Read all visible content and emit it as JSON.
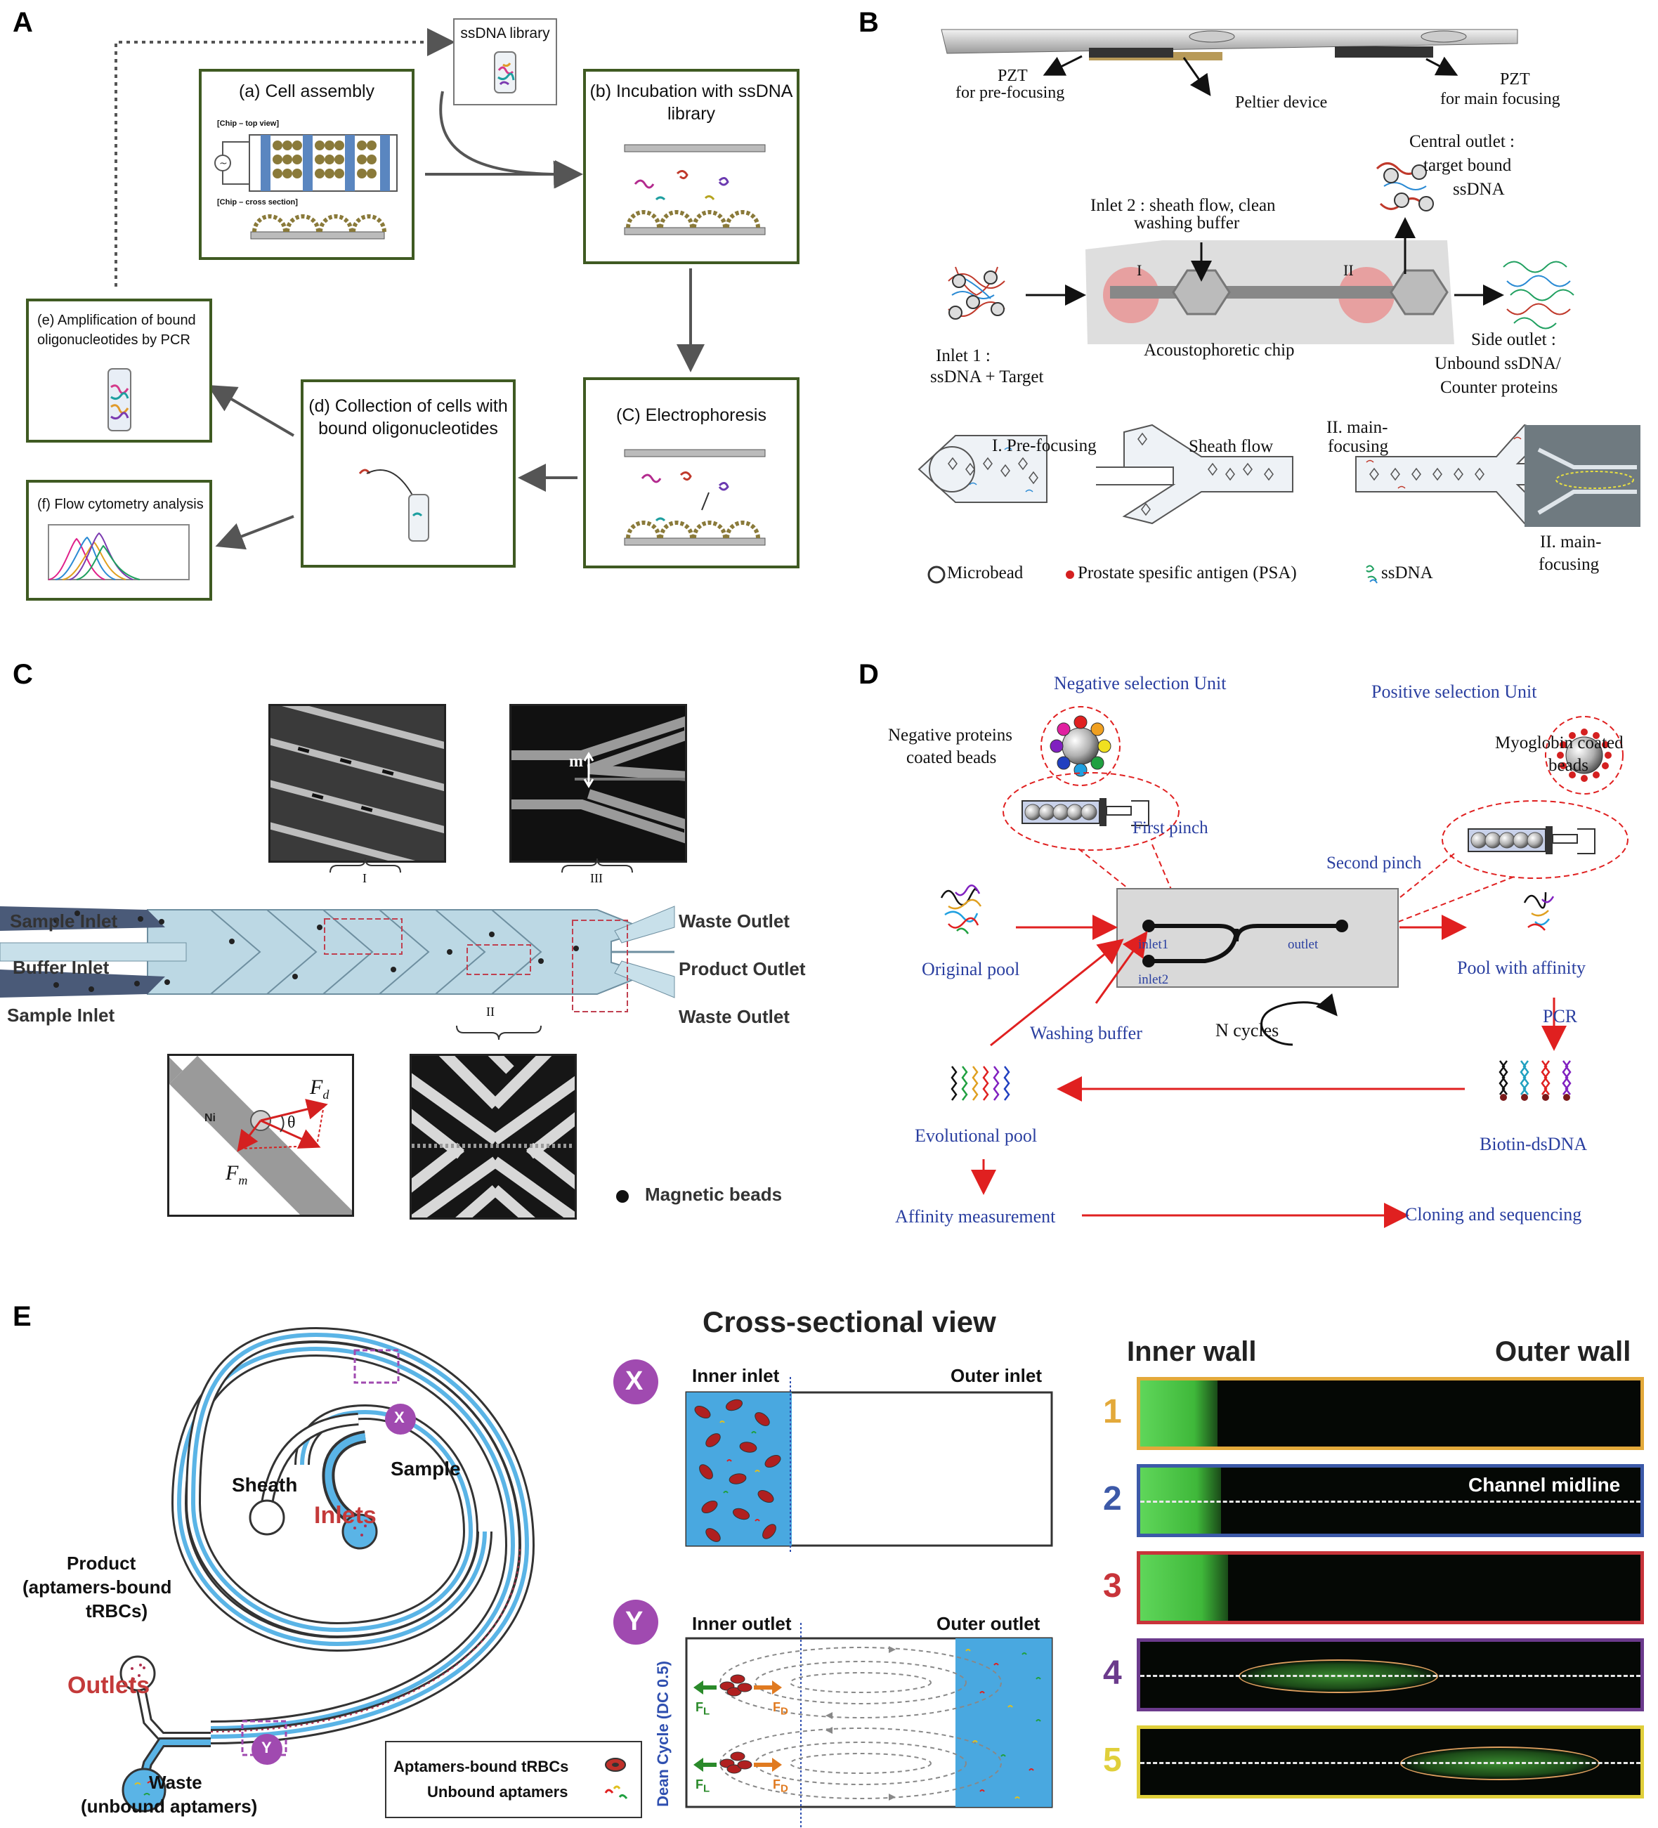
{
  "panels": {
    "A": "A",
    "B": "B",
    "C": "C",
    "D": "D",
    "E": "E"
  },
  "panelA": {
    "library": "ssDNA library",
    "box_a": "(a) Cell assembly",
    "chip_top": "[Chip – top view]",
    "chip_cross": "[Chip – cross section]",
    "box_b_line1": "(b) Incubation with ssDNA",
    "box_b_line2": "library",
    "box_c": "(C) Electrophoresis",
    "box_d_line1": "(d) Collection of cells with",
    "box_d_line2": "bound oligonucleotides",
    "box_e_line1": "(e) Amplification of bound",
    "box_e_line2": "oligonucleotides by PCR",
    "box_f": "(f) Flow cytometry analysis"
  },
  "panelB": {
    "pzt_pre_1": "PZT",
    "pzt_pre_2": "for pre-focusing",
    "peltier": "Peltier device",
    "pzt_main_1": "PZT",
    "pzt_main_2": "for main focusing",
    "central_1": "Central outlet :",
    "central_2": "target bound",
    "central_3": "ssDNA",
    "inlet2_1": "Inlet 2 : sheath flow, clean",
    "inlet2_2": "washing buffer",
    "roman_1": "I",
    "roman_2": "II",
    "inlet1_1": "Inlet 1 :",
    "inlet1_2": "ssDNA + Target",
    "chip": "Acoustophoretic chip",
    "side_1": "Side outlet :",
    "side_2": "Unbound ssDNA/",
    "side_3": "Counter proteins",
    "prefocus": "I. Pre-focusing",
    "sheath": "Sheath flow",
    "mainfocus_1": "II. main-",
    "mainfocus_2": "focusing",
    "photo_label_1": "II. main-",
    "photo_label_2": "focusing",
    "legend_bead": "Microbead",
    "legend_psa": "Prostate spesific antigen (PSA)",
    "legend_ssdna": "ssDNA"
  },
  "panelC": {
    "sample_inlet_top": "Sample Inlet",
    "buffer_inlet": "Buffer Inlet",
    "sample_inlet_bottom": "Sample Inlet",
    "waste_top": "Waste Outlet",
    "product": "Product Outlet",
    "waste_bottom": "Waste Outlet",
    "roman_I": "I",
    "roman_II": "II",
    "roman_III": "III",
    "m": "m",
    "ni": "Ni",
    "fd": "F",
    "fd_sub": "d",
    "fm": "F",
    "fm_sub": "m",
    "theta": "θ",
    "beads": "Magnetic beads"
  },
  "panelD": {
    "neg_unit": "Negative selection Unit",
    "pos_unit": "Positive selection Unit",
    "neg_beads_1": "Negative proteins",
    "neg_beads_2": "coated beads",
    "myo_1": "Myoglobin coated",
    "myo_2": "beads",
    "first_pinch": "First pinch",
    "second_pinch": "Second pinch",
    "inlet1": "inlet1",
    "inlet2": "inlet2",
    "outlet": "outlet",
    "original_pool": "Original pool",
    "pool_affinity": "Pool with affinity",
    "washing": "Washing buffer",
    "ncycles": "N cycles",
    "pcr": "PCR",
    "evol_pool": "Evolutional pool",
    "biotin": "Biotin-dsDNA",
    "affinity": "Affinity measurement",
    "cloning": "Cloning and sequencing"
  },
  "panelE": {
    "sheath": "Sheath",
    "sample": "Sample",
    "inlets": "Inlets",
    "product_1": "Product",
    "product_2": "(aptamers-bound",
    "product_3": "tRBCs)",
    "outlets": "Outlets",
    "waste_1": "Waste",
    "waste_2": "(unbound aptamers)",
    "x": "X",
    "y": "Y",
    "legend_bound": "Aptamers-bound tRBCs",
    "legend_unbound": "Unbound aptamers",
    "cross_title": "Cross-sectional view",
    "inner_inlet": "Inner inlet",
    "outer_inlet": "Outer inlet",
    "inner_outlet": "Inner outlet",
    "outer_outlet": "Outer outlet",
    "dean": "Dean Cycle (DC 0.5)",
    "fl": "F",
    "fl_sub": "L",
    "fd": "F",
    "fd_sub": "D",
    "inner_wall": "Inner wall",
    "outer_wall": "Outer wall",
    "channel_midline": "Channel midline",
    "rows": [
      {
        "n": "1",
        "color": "#e3a93a"
      },
      {
        "n": "2",
        "color": "#3c59a8"
      },
      {
        "n": "3",
        "color": "#c8343a"
      },
      {
        "n": "4",
        "color": "#6b3a8c"
      },
      {
        "n": "5",
        "color": "#e0cf3a"
      }
    ]
  }
}
